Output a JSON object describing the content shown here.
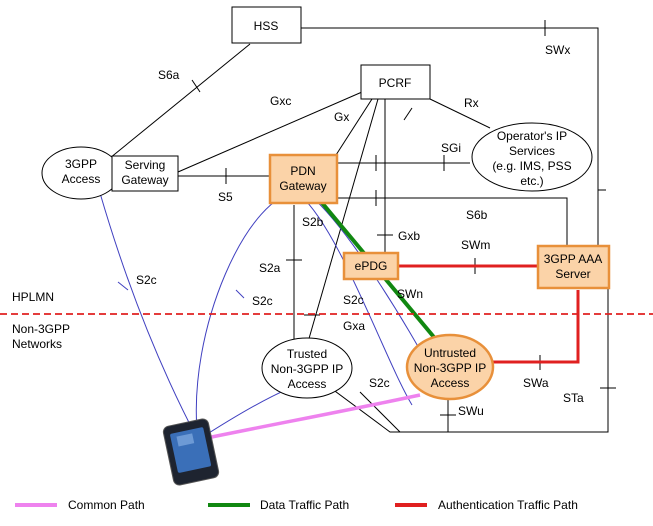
{
  "nodes": {
    "hss": "HSS",
    "pcrf": "PCRF",
    "access_3gpp": [
      "3GPP",
      "Access"
    ],
    "serving_gw": [
      "Serving",
      "Gateway"
    ],
    "pdn_gw": [
      "PDN",
      "Gateway"
    ],
    "operator_ip": [
      "Operator's IP",
      "Services",
      "(e.g. IMS, PSS",
      "etc.)"
    ],
    "epdg": "ePDG",
    "aaa": [
      "3GPP AAA",
      "Server"
    ],
    "trusted": [
      "Trusted",
      "Non-3GPP IP",
      "Access"
    ],
    "untrusted": [
      "Untrusted",
      "Non-3GPP IP",
      "Access"
    ]
  },
  "interfaces": {
    "s6a": "S6a",
    "swx": "SWx",
    "gxc": "Gxc",
    "gx": "Gx",
    "rx": "Rx",
    "sgi": "SGi",
    "s5": "S5",
    "s6b": "S6b",
    "s2b": "S2b",
    "gxb": "Gxb",
    "swm": "SWm",
    "s2a": "S2a",
    "s2c_left": "S2c",
    "s2c_mid": "S2c",
    "s2c_epdg": "S2c",
    "s2c_low": "S2c",
    "swn": "SWn",
    "gxa": "Gxa",
    "swa": "SWa",
    "sta": "STa",
    "swu": "SWu"
  },
  "regions": {
    "hplmn": "HPLMN",
    "non3gpp": [
      "Non-3GPP",
      "Networks"
    ]
  },
  "legend": {
    "common": "Common Path",
    "data": "Data Traffic Path",
    "auth": "Authentication Traffic Path"
  },
  "colors": {
    "orange_fill": "#fbd3a8",
    "orange_stroke": "#e8903a",
    "common": "#ee82ee",
    "data": "#118811",
    "auth": "#e02020",
    "ue_link": "#4040c0",
    "divider": "#e02020"
  }
}
